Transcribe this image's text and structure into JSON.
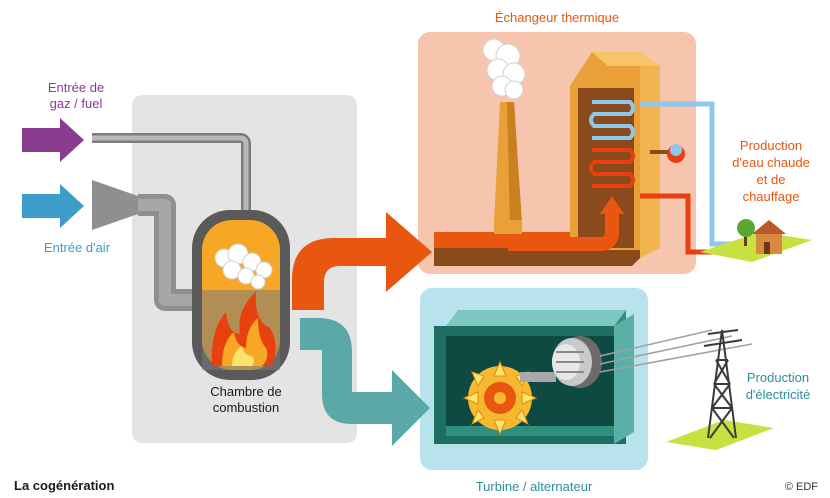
{
  "labels": {
    "gas_input_line1": "Entrée de",
    "gas_input_line2": "gaz / fuel",
    "air_input": "Entrée d'air",
    "combustion_line1": "Chambre de",
    "combustion_line2": "combustion",
    "heat_exchanger": "Échangeur thermique",
    "hot_water_line1": "Production",
    "hot_water_line2": "d'eau chaude",
    "hot_water_line3": "et de",
    "hot_water_line4": "chauffage",
    "turbine": "Turbine / alternateur",
    "electricity_line1": "Production",
    "electricity_line2": "d'électricité",
    "caption": "La cogénération",
    "credit": "© EDF"
  },
  "colors": {
    "gas": "#8a3c8e",
    "air": "#3d9cc9",
    "exhaust": "#e8560f",
    "turbine_flow": "#5aa8a8",
    "heat_panel": "#f7c4ae",
    "turbine_panel": "#b9e3ec",
    "chamber_panel": "#e4e4e4",
    "label_orange": "#e8560f",
    "label_teal": "#2d8f9c"
  },
  "icons": [
    "flame-icon",
    "steam-icon",
    "house-icon",
    "tree-icon",
    "pylon-icon",
    "turbine-wheel-icon",
    "generator-icon",
    "chimney-icon",
    "heating-coil-icon"
  ]
}
